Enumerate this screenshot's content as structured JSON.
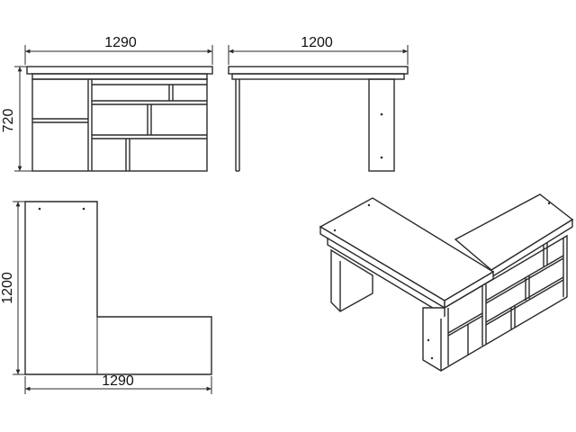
{
  "dimensions": {
    "front_width": "1290",
    "front_height": "720",
    "side_width": "1200",
    "top_height": "1200",
    "top_width": "1290"
  },
  "colors": {
    "line": "#2a2a2a",
    "background": "#ffffff"
  }
}
